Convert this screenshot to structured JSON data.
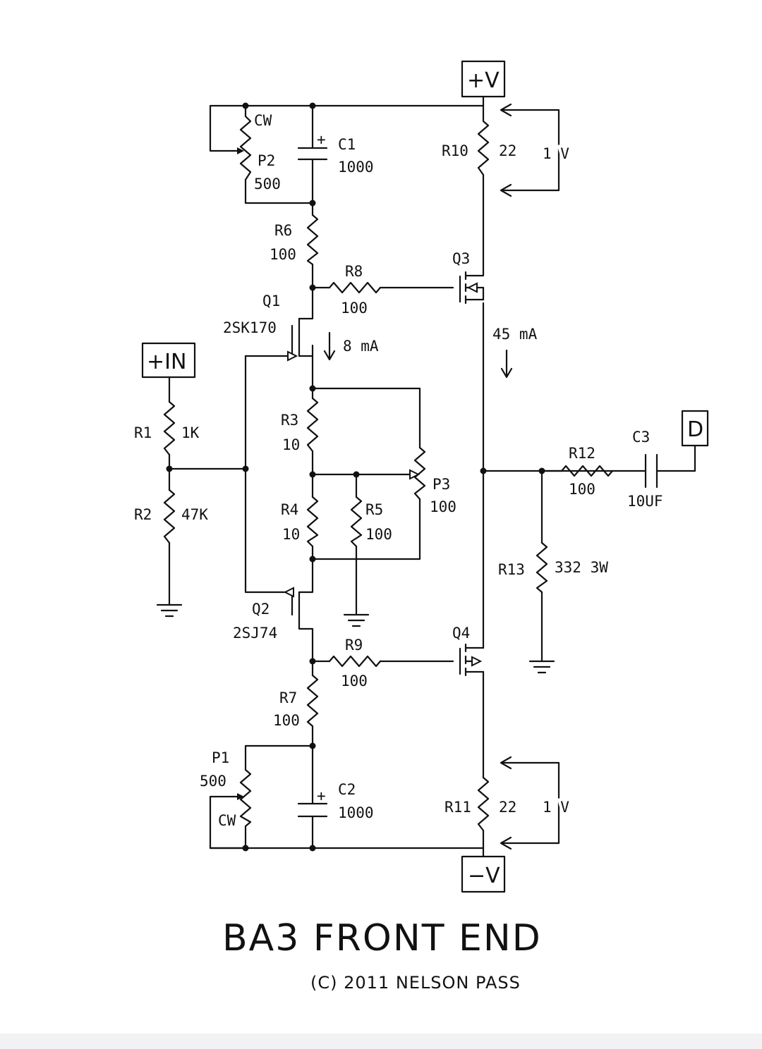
{
  "terminals": {
    "vplus": "+V",
    "vminus": "−V",
    "input": "+IN",
    "output": "D"
  },
  "components": {
    "C1": {
      "ref": "C1",
      "value": "1000"
    },
    "C2": {
      "ref": "C2",
      "value": "1000"
    },
    "C3": {
      "ref": "C3",
      "value": "10UF"
    },
    "P1": {
      "ref": "P1",
      "value": "500",
      "cw": "CW"
    },
    "P2": {
      "ref": "P2",
      "value": "500",
      "cw": "CW"
    },
    "P3": {
      "ref": "P3",
      "value": "100"
    },
    "R1": {
      "ref": "R1",
      "value": "1K"
    },
    "R2": {
      "ref": "R2",
      "value": "47K"
    },
    "R3": {
      "ref": "R3",
      "value": "10"
    },
    "R4": {
      "ref": "R4",
      "value": "10"
    },
    "R5": {
      "ref": "R5",
      "value": "100"
    },
    "R6": {
      "ref": "R6",
      "value": "100"
    },
    "R7": {
      "ref": "R7",
      "value": "100"
    },
    "R8": {
      "ref": "R8",
      "value": "100"
    },
    "R9": {
      "ref": "R9",
      "value": "100"
    },
    "R10": {
      "ref": "R10",
      "value": "22"
    },
    "R11": {
      "ref": "R11",
      "value": "22"
    },
    "R12": {
      "ref": "R12",
      "value": "100"
    },
    "R13": {
      "ref": "R13",
      "value": "332 3W"
    },
    "Q1": {
      "ref": "Q1",
      "part": "2SK170"
    },
    "Q2": {
      "ref": "Q2",
      "part": "2SJ74"
    },
    "Q3": {
      "ref": "Q3"
    },
    "Q4": {
      "ref": "Q4"
    }
  },
  "annotations": {
    "current_front": "8 mA",
    "current_output": "45 mA",
    "voltage_top": "1 V",
    "voltage_bottom": "1 V",
    "polarity": "+"
  },
  "title": "BA3 FRONT END",
  "copyright": "(C) 2011 NELSON PASS"
}
